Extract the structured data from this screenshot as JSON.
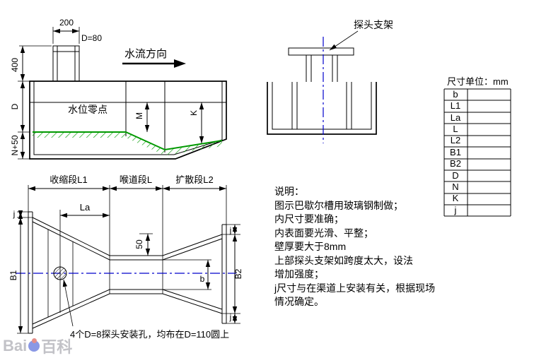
{
  "colors": {
    "line": "#000000",
    "floor_green": "#009900",
    "centerline_blue": "#0000cc"
  },
  "elevation": {
    "dim_top_width": "200",
    "dim_inlet": "D=80",
    "dim_height": "400",
    "flow_direction": "水流方向",
    "water_zero": "水位零点",
    "dim_m": "M",
    "dim_k": "K",
    "dim_d": "D",
    "dim_n50": "N+50"
  },
  "section": {
    "probe_bracket": "探头支架"
  },
  "dim_table": {
    "title": "尺寸单位：mm",
    "rows": [
      "b",
      "L1",
      "La",
      "L",
      "L2",
      "B1",
      "B2",
      "D",
      "N",
      "K",
      "j"
    ]
  },
  "plan": {
    "seg_contraction": "收缩段L1",
    "seg_throat": "喉道段L",
    "seg_diffusion": "扩散段L2",
    "dim_la": "La",
    "dim_50": "50",
    "dim_b": "b",
    "dim_b1": "B1",
    "dim_b2": "B2",
    "dim_j_left": "j",
    "dim_j_top": "j",
    "dim_j_bottom": "j",
    "holes_note": "4个D=8探头安装孔，均布在D=110圆上"
  },
  "notes": {
    "title": "说明：",
    "lines": [
      "图示巴歇尔槽用玻璃钢制做；",
      "内尺寸要准确；",
      "内表面要光滑、平整；",
      "壁厚要大于8mm",
      "上部探头支架如跨度太大，设法",
      "增加强度；",
      "j尺寸与在渠道上安装有关，根据现场",
      "情况确定。"
    ]
  },
  "watermark": {
    "left": "Bai",
    "right": "百科"
  }
}
